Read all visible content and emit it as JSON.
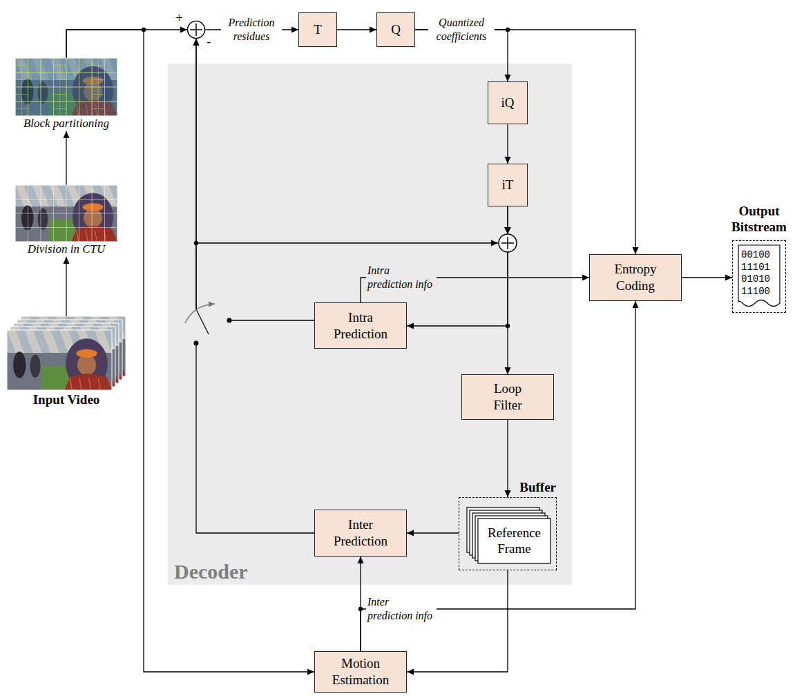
{
  "diagram": {
    "nodes": [
      {
        "text": [
          "Input Video"
        ]
      },
      {
        "text": [
          "Division in CTU"
        ]
      },
      {
        "text": [
          "Block partitioning"
        ]
      },
      {
        "text": [
          "+",
          "-"
        ]
      },
      {
        "text": [
          "T"
        ]
      },
      {
        "text": [
          "Q"
        ]
      },
      {
        "text": [
          "Decoder"
        ]
      },
      {
        "text": [
          "iQ"
        ],
        "in": 6
      },
      {
        "text": [
          "iT"
        ],
        "in": 6
      },
      {
        "text": [
          "Intra Prediction"
        ],
        "in": 6
      },
      {
        "text": [
          "Loop Filter"
        ],
        "in": 6
      },
      {
        "text": [
          "Buffer",
          "Reference Frame"
        ],
        "in": 6
      },
      {
        "text": [
          "Inter Prediction"
        ],
        "in": 6
      },
      {
        "text": [
          "Motion Estimation"
        ]
      },
      {
        "text": [
          "Entropy Coding"
        ]
      },
      {
        "text": [
          "Output Bitstream",
          "00100 11101 01010 11100"
        ]
      }
    ],
    "edges": [
      {
        "from": 0,
        "to": 1,
        "arrow": "to"
      },
      {
        "from": 1,
        "to": 2,
        "arrow": "to"
      },
      {
        "from": 2,
        "to": 3,
        "arrow": "to"
      },
      {
        "from": 2,
        "to": 13,
        "arrow": "to"
      },
      {
        "from": 3,
        "to": 4,
        "label": "Prediction residues",
        "arrow": "to"
      },
      {
        "from": 4,
        "to": 5,
        "arrow": "to"
      },
      {
        "from": 5,
        "to": 14,
        "label": "Quantized coefficients",
        "arrow": "to"
      },
      {
        "from": 5,
        "to": 7,
        "arrow": "to"
      },
      {
        "from": 7,
        "to": 8,
        "arrow": "to"
      },
      {
        "from": 8,
        "to": 10,
        "arrow": "to"
      },
      {
        "from": 8,
        "to": 9,
        "arrow": "to"
      },
      {
        "from": 9,
        "to": 14,
        "label": "Intra prediction info",
        "arrow": "to"
      },
      {
        "from": 9,
        "to": 3,
        "arrow": "to"
      },
      {
        "from": 12,
        "to": 3,
        "arrow": "to"
      },
      {
        "from": 10,
        "to": 11,
        "arrow": "to"
      },
      {
        "from": 11,
        "to": 12,
        "arrow": "to"
      },
      {
        "from": 11,
        "to": 13,
        "arrow": "to"
      },
      {
        "from": 13,
        "to": 12,
        "arrow": "to"
      },
      {
        "from": 13,
        "to": 14,
        "label": "Inter prediction info",
        "arrow": "to"
      },
      {
        "from": 14,
        "to": 15,
        "arrow": "to"
      }
    ]
  }
}
